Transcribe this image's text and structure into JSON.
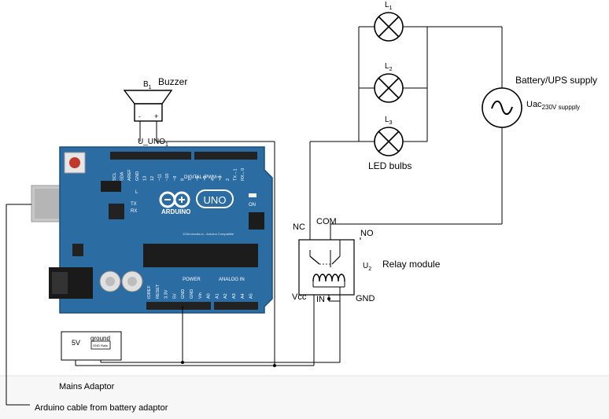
{
  "bulbs": {
    "l1": {
      "letter": "L",
      "sub": "1"
    },
    "l2": {
      "letter": "L",
      "sub": "2"
    },
    "l3": {
      "letter": "L",
      "sub": "3"
    },
    "caption": "LED bulbs"
  },
  "supply": {
    "title": "Battery/UPS supply",
    "uac": "Uac",
    "uac_sub": "230V suppply"
  },
  "buzzer": {
    "letter": "B",
    "sub": "1",
    "name": "Buzzer",
    "minus": "-",
    "plus": "+"
  },
  "arduino": {
    "ref": "U_UNO",
    "ref_sub": "1",
    "brand": "ARDUINO",
    "model": "UNO",
    "on": "ON",
    "digital_header": "DIGITAL (PWM~)",
    "analog_header": "ANALOG IN",
    "power_header": "POWER",
    "top_pins": [
      "SCL",
      "SDA",
      "AREF",
      "GND",
      "13",
      "12",
      "~11",
      "~10",
      "~9",
      "8",
      "7",
      "~6",
      "~5",
      "4",
      "~3",
      "2",
      "TX→1",
      "RX←0"
    ],
    "bottom_pins": [
      "IOREF",
      "RESET",
      "3.3V",
      "5V",
      "GND",
      "GND",
      "Vin",
      "A0",
      "A1",
      "A2",
      "A3",
      "A4",
      "A5"
    ],
    "l_label": "L",
    "tx_label": "TX",
    "rx_label": "RX",
    "url": "123d.circuits.io - Arduino Compatible"
  },
  "relay": {
    "nc": "NC",
    "com": "COM",
    "no": "NO",
    "ref": "U",
    "ref_sub": "2",
    "name": "Relay module",
    "vcc": "Vcc",
    "in": "IN",
    "gnd": "GND"
  },
  "adaptor": {
    "v5": "5V",
    "ground": "ground",
    "tiny": "GND Rails",
    "caption": "Mains Adaptor"
  },
  "cable_caption": "Arduino cable from battery adaptor",
  "colors": {
    "board": "#2b6ca3",
    "board_dark": "#1c4f7c",
    "header": "#222222",
    "wire": "#000000",
    "reset": "#c0392b"
  }
}
